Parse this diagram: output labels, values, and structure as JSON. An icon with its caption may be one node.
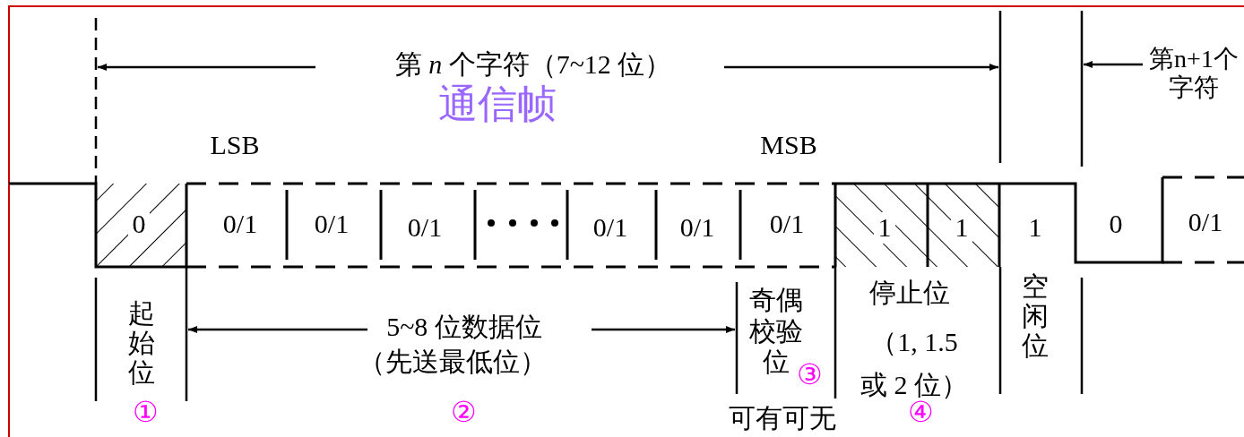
{
  "diagram": {
    "labels": [
      "第 *n* 个字符（7~12 位）",
      "第n+1个字符",
      "通信帧",
      "LSB",
      "MSB",
      "0",
      "0/1",
      "0/1",
      "0/1",
      "0/1",
      "0/1",
      "0/1",
      "1",
      "1",
      "1",
      "0",
      "0/1",
      "起始位",
      "5~8 位数据位",
      "（先送最低位）",
      "奇偶校验位",
      "③",
      "停止位",
      "（1, 1.5 或 2 位）",
      "空闲位",
      "①",
      "②",
      "可有可无",
      "④"
    ]
  }
}
